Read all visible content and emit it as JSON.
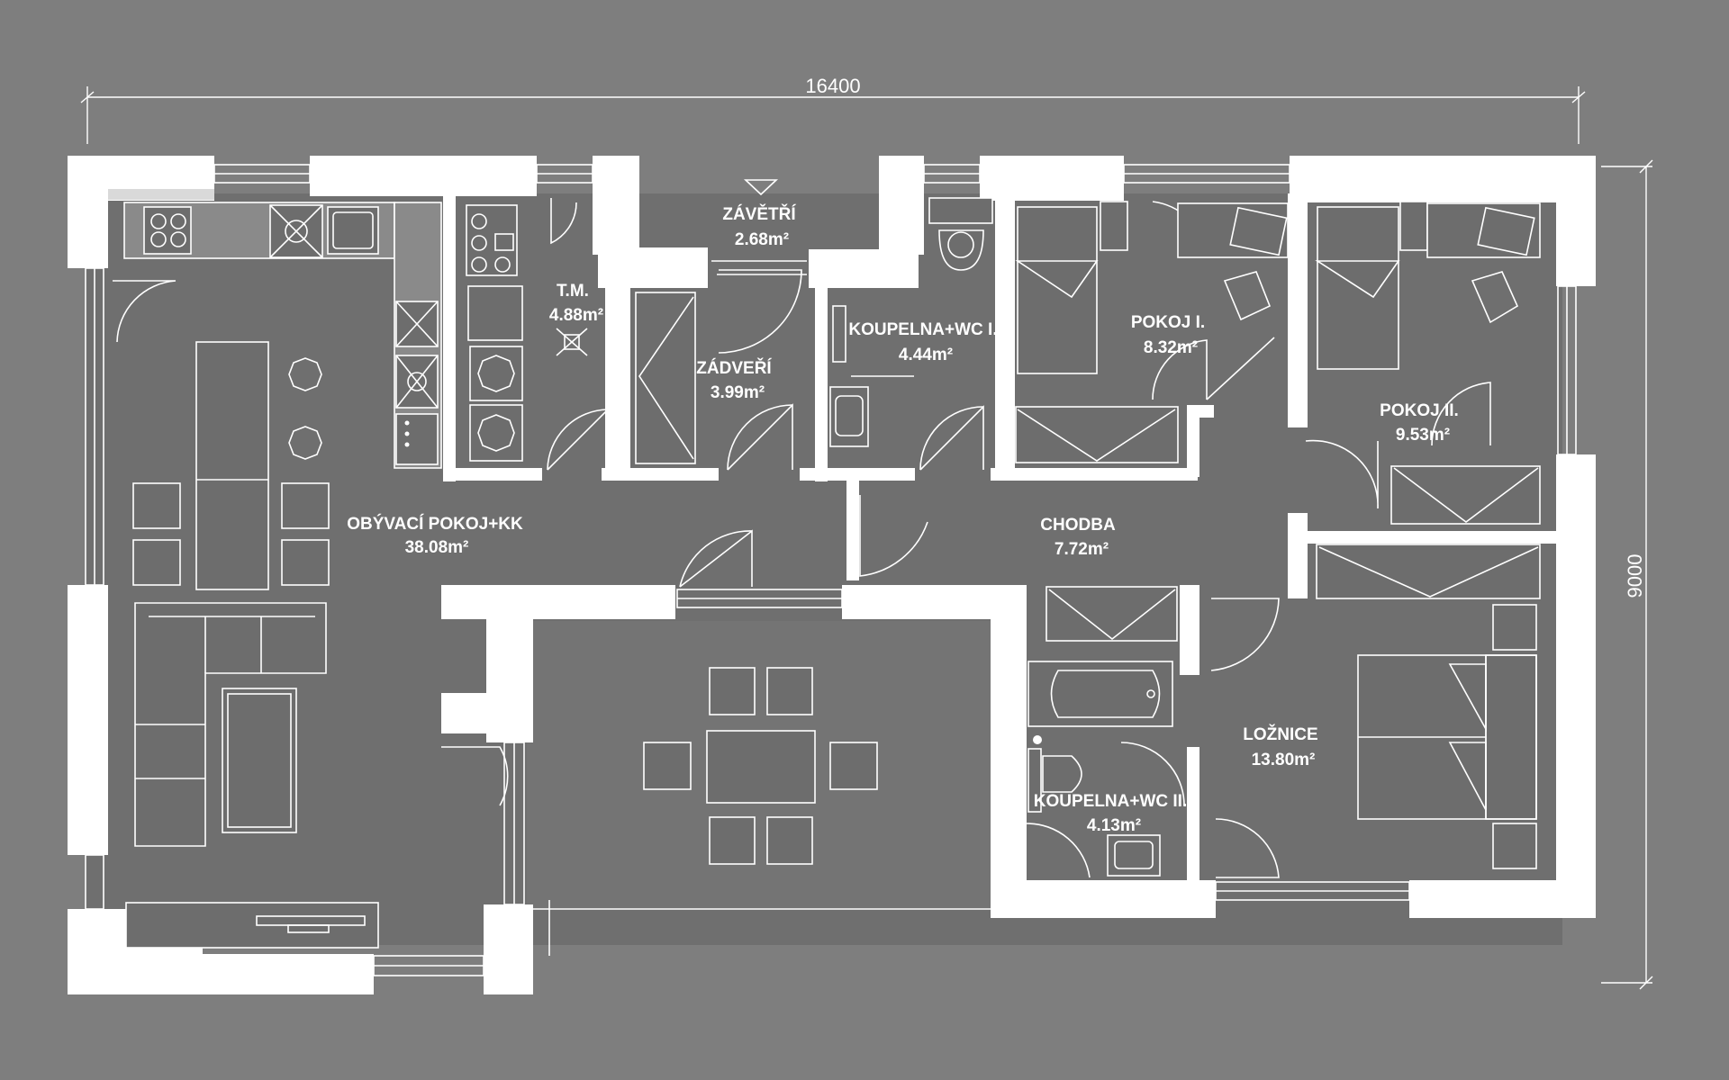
{
  "dimensions": {
    "width_label": "16400",
    "depth_label": "9000"
  },
  "rooms": {
    "living": {
      "name": "OBÝVACÍ POKOJ+KK",
      "area": "38.08m²"
    },
    "pantry": {
      "name": "T.M.",
      "area": "4.88m²"
    },
    "windbreak": {
      "name": "ZÁVĚTŘÍ",
      "area": "2.68m²"
    },
    "hall": {
      "name": "ZÁDVEŘÍ",
      "area": "3.99m²"
    },
    "bath1": {
      "name": "KOUPELNA+WC I.",
      "area": "4.44m²"
    },
    "room1": {
      "name": "POKOJ I.",
      "area": "8.32m²"
    },
    "room2": {
      "name": "POKOJ II.",
      "area": "9.53m²"
    },
    "corridor": {
      "name": "CHODBA",
      "area": "7.72m²"
    },
    "bedroom": {
      "name": "LOŽNICE",
      "area": "13.80m²"
    },
    "bath2": {
      "name": "KOUPELNA+WC II.",
      "area": "4.13m²"
    }
  },
  "colors": {
    "background": "#7e7e7e",
    "walls": "#ffffff",
    "floor": "#6d6d6d",
    "lines": "#ffffff"
  }
}
